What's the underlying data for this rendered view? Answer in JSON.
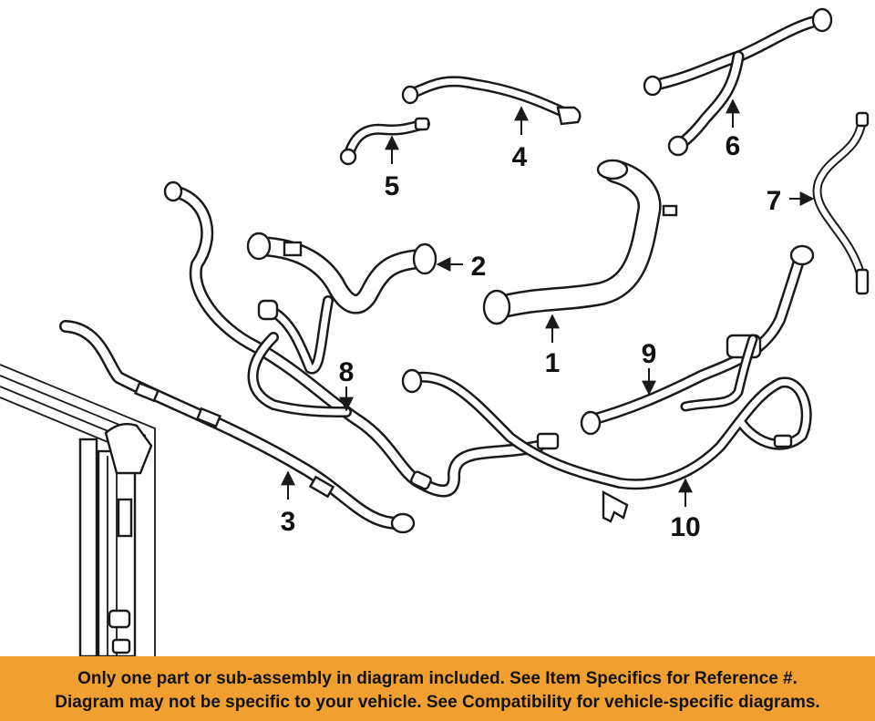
{
  "callouts": [
    {
      "id": "1",
      "label": "1"
    },
    {
      "id": "2",
      "label": "2"
    },
    {
      "id": "3",
      "label": "3"
    },
    {
      "id": "4",
      "label": "4"
    },
    {
      "id": "5",
      "label": "5"
    },
    {
      "id": "6",
      "label": "6"
    },
    {
      "id": "7",
      "label": "7"
    },
    {
      "id": "8",
      "label": "8"
    },
    {
      "id": "9",
      "label": "9"
    },
    {
      "id": "10",
      "label": "10"
    }
  ],
  "banner": {
    "line1": "Only one part or sub-assembly in diagram included. See Item Specifics for Reference #.",
    "line2": "Diagram may not be specific to your vehicle. See Compatibility for vehicle-specific diagrams."
  },
  "colors": {
    "banner_bg": "#f0a030",
    "line": "#1a1a1a",
    "background": "#ffffff"
  }
}
